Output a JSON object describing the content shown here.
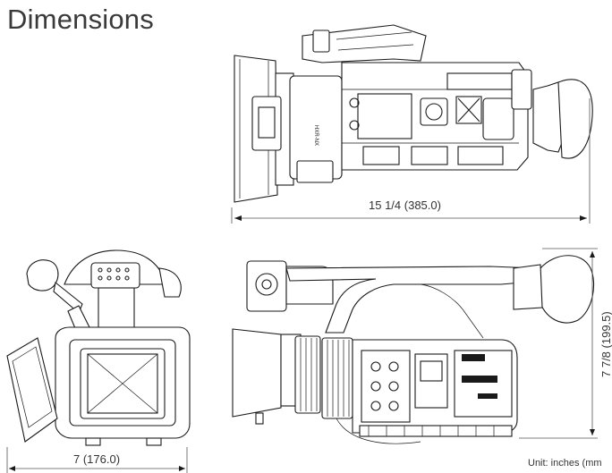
{
  "title": "Dimensions",
  "dimensions": {
    "length": "15 1/4 (385.0)",
    "height": "7 7/8 (199.5)",
    "width": "7 (176.0)"
  },
  "unit_note": "Unit: inches (mm"
}
